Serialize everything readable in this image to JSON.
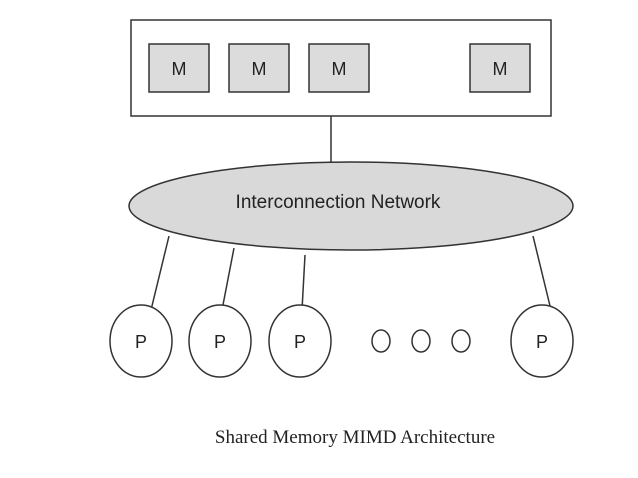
{
  "memory_modules": [
    "M",
    "M",
    "M",
    "M"
  ],
  "network": {
    "label": "Interconnection Network"
  },
  "processors": [
    "P",
    "P",
    "P",
    "P"
  ],
  "caption": "Shared Memory MIMD Architecture",
  "colors": {
    "stroke": "#333333",
    "module_fill": "#dcdcdc",
    "network_fill": "#d9d9d9",
    "background": "#ffffff"
  }
}
